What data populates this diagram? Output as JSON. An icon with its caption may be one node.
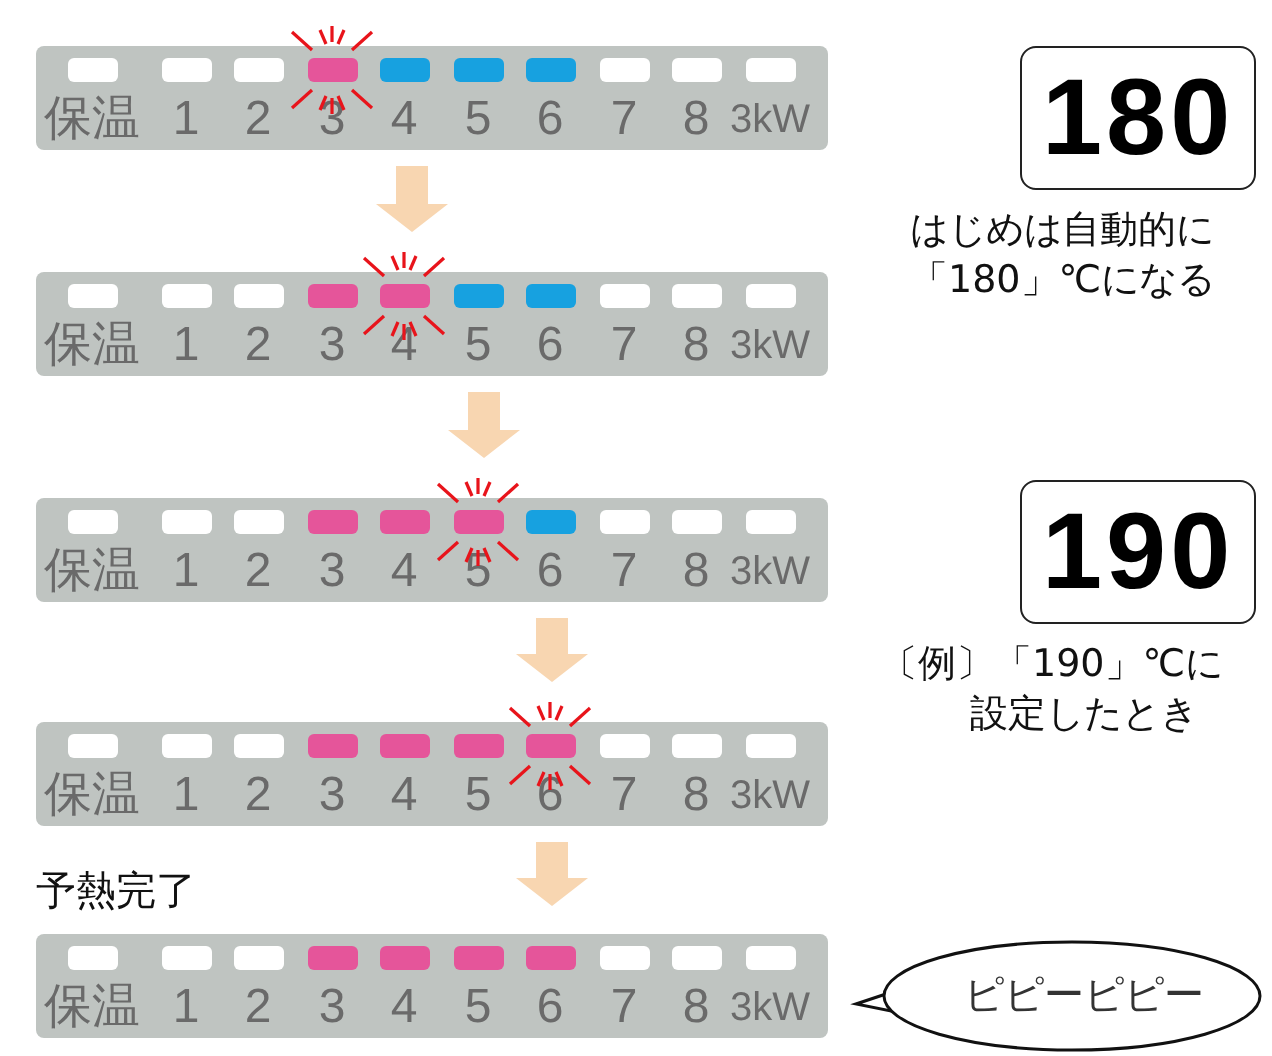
{
  "diagram": {
    "nodes": [
      {
        "text": [
          "保温",
          "1",
          "2",
          "3",
          "4",
          "5",
          "6",
          "7",
          "8",
          "3kW"
        ]
      },
      {
        "text": [
          "保温",
          "1",
          "2",
          "3",
          "4",
          "5",
          "6",
          "7",
          "8",
          "3kW"
        ]
      },
      {
        "text": [
          "保温",
          "1",
          "2",
          "3",
          "4",
          "5",
          "6",
          "7",
          "8",
          "3kW"
        ]
      },
      {
        "text": [
          "保温",
          "1",
          "2",
          "3",
          "4",
          "5",
          "6",
          "7",
          "8",
          "3kW"
        ]
      },
      {
        "text": [
          "予熱完了",
          "保温",
          "1",
          "2",
          "3",
          "4",
          "5",
          "6",
          "7",
          "8",
          "3kW"
        ]
      },
      {
        "text": [
          "180"
        ],
        "beside": [
          "はじめは自動的に「180」℃になる"
        ]
      },
      {
        "text": [
          "190"
        ],
        "beside": [
          "〔例〕「190」℃に設定したとき"
        ]
      },
      {
        "text": [
          "ピピーピピー"
        ]
      }
    ],
    "edges": [
      {
        "from": 0,
        "to": 1,
        "arrow": "to"
      },
      {
        "from": 1,
        "to": 2,
        "arrow": "to"
      },
      {
        "from": 2,
        "to": 3,
        "arrow": "to"
      },
      {
        "from": 3,
        "to": 4,
        "arrow": "to"
      }
    ]
  }
}
